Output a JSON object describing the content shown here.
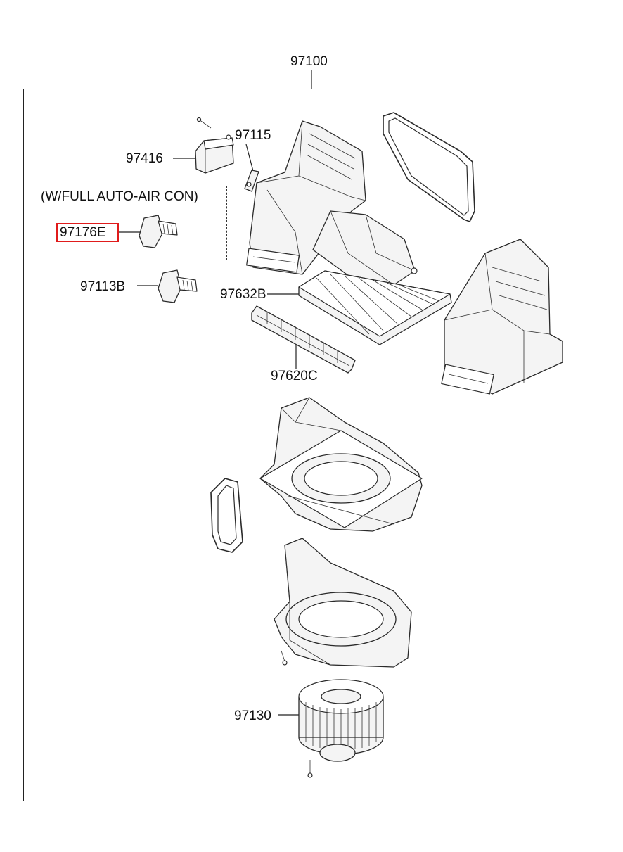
{
  "diagram": {
    "assembly_number": "97100",
    "option_box_label": "(W/FULL AUTO-AIR CON)",
    "highlight_color": "#e01b1b",
    "parts": [
      {
        "id": "actuator",
        "label": "97416"
      },
      {
        "id": "clip",
        "label": "97115"
      },
      {
        "id": "resistor-auto",
        "label": "97176E"
      },
      {
        "id": "resistor",
        "label": "97113B"
      },
      {
        "id": "filter",
        "label": "97632B"
      },
      {
        "id": "filter-cover",
        "label": "97620C"
      },
      {
        "id": "blower-motor",
        "label": "97130"
      }
    ]
  }
}
